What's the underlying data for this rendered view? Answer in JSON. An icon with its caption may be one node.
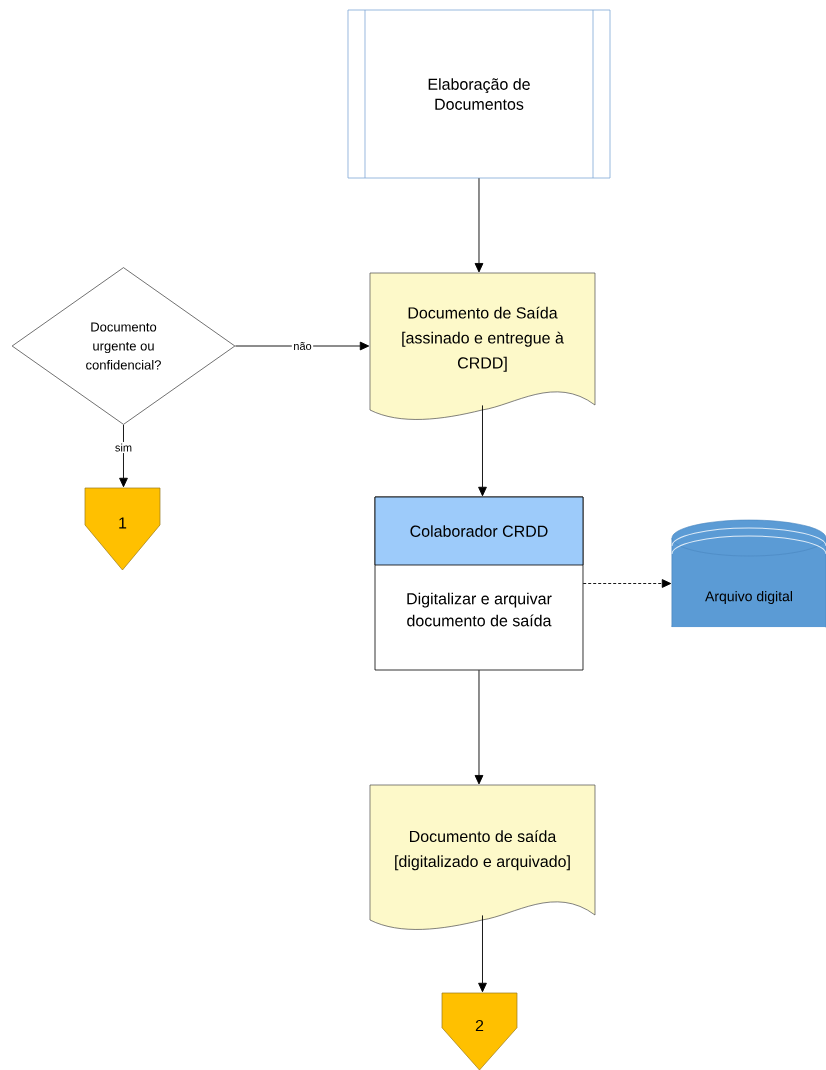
{
  "diagram": {
    "nodes": [
      {
        "text": [
          "Elaboração de Documentos"
        ]
      },
      {
        "text": [
          "Documento de Saída [assinado e entregue à CRDD]"
        ]
      },
      {
        "text": [
          "Documento urgente ou confidencial?"
        ]
      },
      {
        "text": [
          "1"
        ]
      },
      {
        "text": [
          "Colaborador CRDD",
          "Digitalizar e arquivar documento de saída"
        ]
      },
      {
        "text": [
          "Arquivo digital"
        ]
      },
      {
        "text": [
          "Documento de saída [digitalizado e arquivado]"
        ]
      },
      {
        "text": [
          "2"
        ]
      }
    ],
    "edges": [
      {
        "from": 0,
        "to": 1,
        "arrow": "to"
      },
      {
        "from": 2,
        "to": 1,
        "arrow": "to",
        "label": "não"
      },
      {
        "from": 2,
        "to": 3,
        "arrow": "to",
        "label": "sim"
      },
      {
        "from": 1,
        "to": 4,
        "arrow": "to"
      },
      {
        "from": 4,
        "to": 5,
        "arrow": "to",
        "style": "dashed"
      },
      {
        "from": 4,
        "to": 6,
        "arrow": "to"
      },
      {
        "from": 6,
        "to": 7,
        "arrow": "to"
      }
    ]
  }
}
